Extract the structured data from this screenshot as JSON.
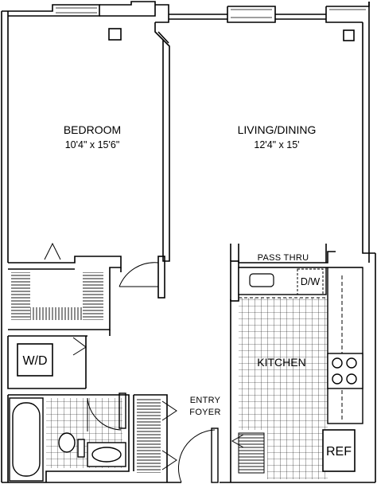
{
  "rooms": {
    "bedroom": {
      "name": "BEDROOM",
      "dimensions": "10'4\" x 15'6\""
    },
    "living_dining": {
      "name": "LIVING/DINING",
      "dimensions": "12'4\" x 15'"
    },
    "kitchen": {
      "name": "KITCHEN"
    },
    "entry_foyer": {
      "line1": "ENTRY",
      "line2": "FOYER"
    }
  },
  "fixtures": {
    "pass_thru": "PASS THRU",
    "dishwasher": "D/W",
    "washer_dryer": "W/D",
    "refrigerator": "REF"
  }
}
